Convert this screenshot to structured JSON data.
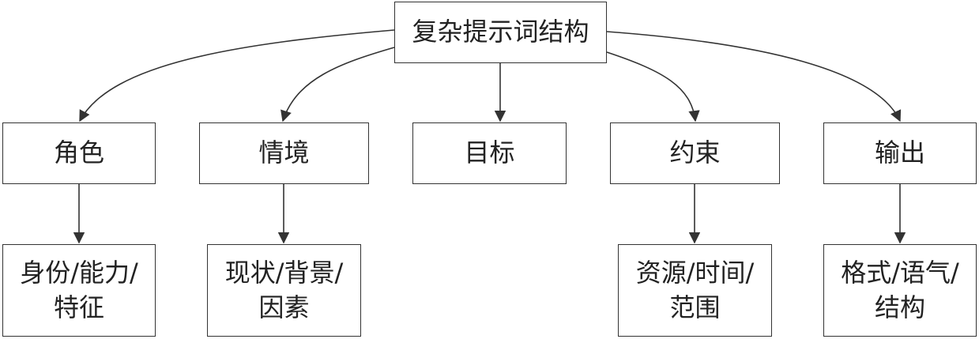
{
  "root": {
    "label": "复杂提示词结构"
  },
  "children": [
    {
      "label": "角色",
      "detail": [
        "身份/能力/",
        "特征"
      ]
    },
    {
      "label": "情境",
      "detail": [
        "现状/背景/",
        "因素"
      ]
    },
    {
      "label": "目标"
    },
    {
      "label": "约束",
      "detail": [
        "资源/时间/",
        "范围"
      ]
    },
    {
      "label": "输出",
      "detail": [
        "格式/语气/",
        "结构"
      ]
    }
  ],
  "colors": {
    "stroke": "#333333",
    "text": "#222222",
    "background": "#ffffff"
  }
}
